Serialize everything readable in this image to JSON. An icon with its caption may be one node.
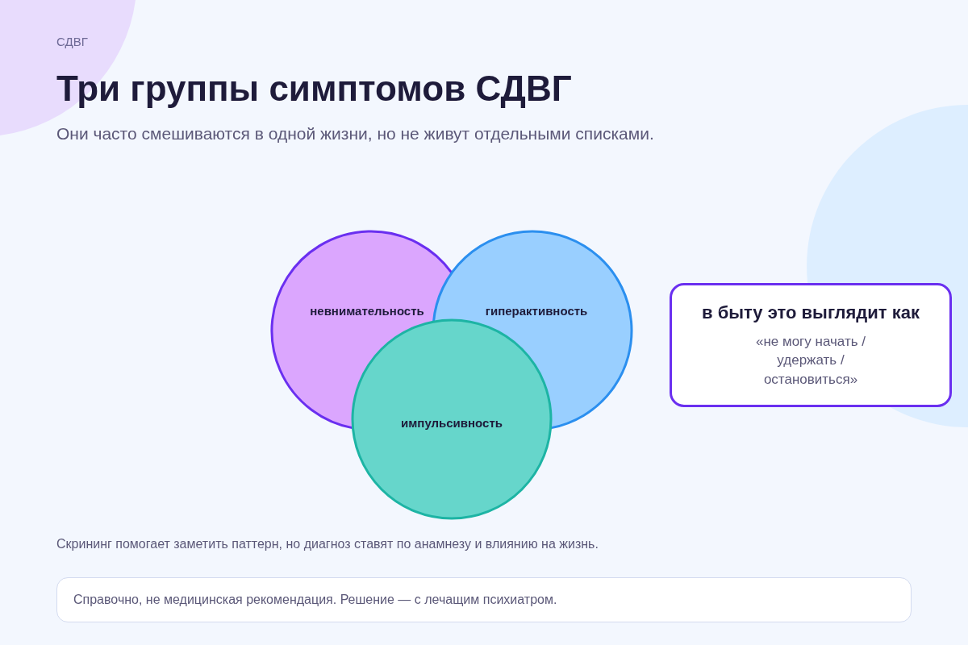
{
  "diagram": {
    "title": "Три группы симптомов СДВГ",
    "nodes": [
      {
        "text": [
          "невнимательность"
        ]
      },
      {
        "text": [
          "гиперактивность"
        ]
      },
      {
        "text": [
          "импульсивность"
        ]
      },
      {
        "text": [
          "в быту это выглядит как",
          "«не могу начать / удержать / остановиться»"
        ]
      },
      {
        "text": [
          "Справочно, не медицинская рекомендация. Решение — с лечащим психиатром."
        ]
      }
    ],
    "labels": [
      "СДВГ",
      "Они часто смешиваются в одной жизни, но не живут отдельными списками.",
      "Скрининг помогает заметить паттерн, но диагноз ставят по анамнезу и влиянию на жизнь."
    ]
  }
}
